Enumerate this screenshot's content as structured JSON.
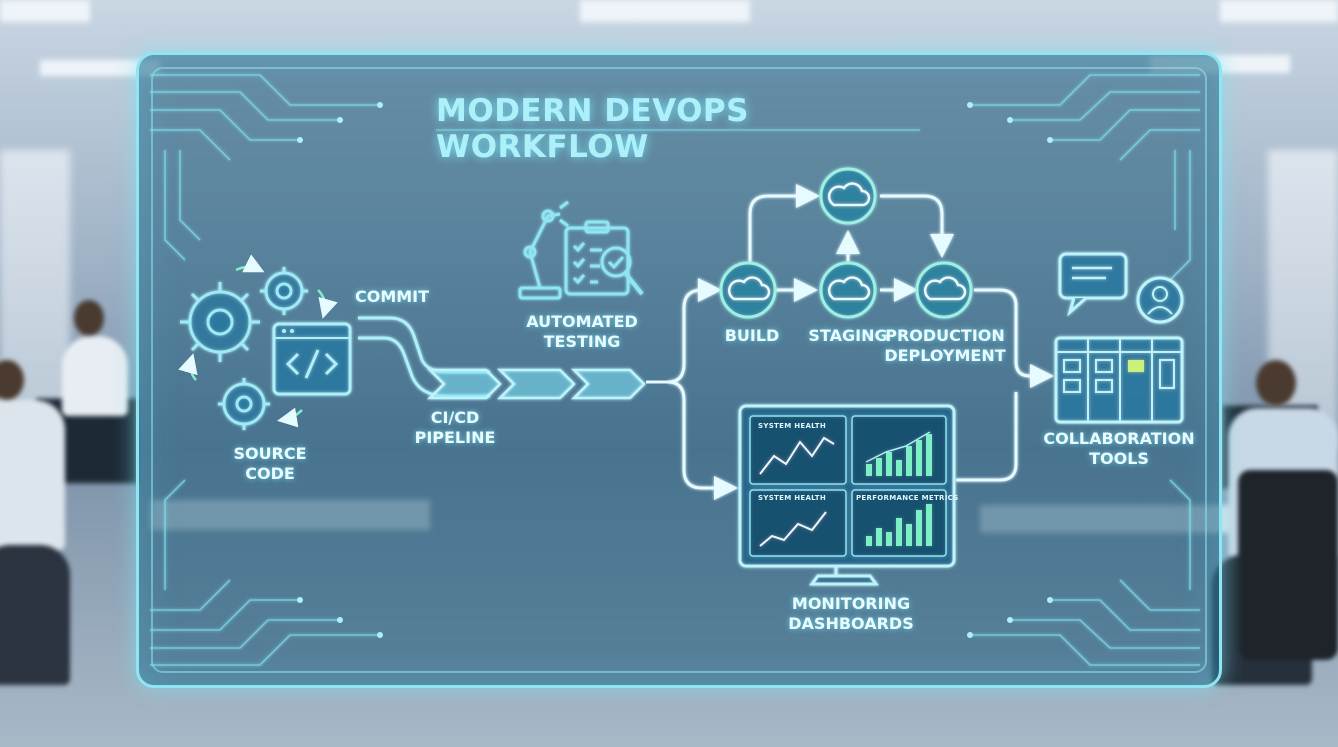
{
  "title": "MODERN DEVOPS WORKFLOW",
  "nodes": {
    "source_code": [
      "SOURCE",
      "CODE"
    ],
    "commit": "COMMIT",
    "ci_cd": [
      "CI/CD",
      "PIPELINE"
    ],
    "automated_testing": [
      "AUTOMATED",
      "TESTING"
    ],
    "build": "BUILD",
    "staging": "STAGING",
    "production": [
      "PRODUCTION",
      "DEPLOYMENT"
    ],
    "monitoring": [
      "MONITORING",
      "DASHBOARDS"
    ],
    "collaboration": [
      "COLLABORATION",
      "TOOLS"
    ]
  },
  "dashboard": {
    "panel1": "SYSTEM HEALTH",
    "panel3": "SYSTEM HEALTH",
    "panel4": "PERFORMANCE METRICS"
  },
  "colors": {
    "accent": "#8fe6f2",
    "glow": "#aef0fa",
    "panel": "#1e5a78"
  },
  "icons": [
    "gear-icon",
    "code-window-icon",
    "robot-arm-icon",
    "checklist-magnifier-icon",
    "cloud-icon",
    "monitor-icon",
    "chat-icon",
    "user-avatar-icon",
    "kanban-board-icon"
  ]
}
